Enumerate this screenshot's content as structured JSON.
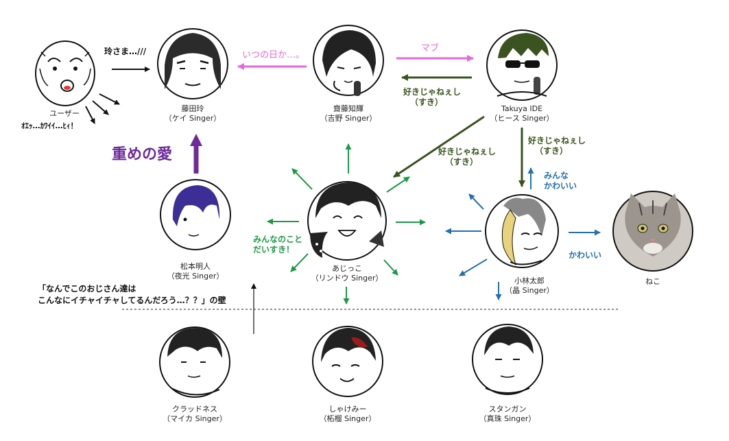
{
  "characters": {
    "user": {
      "name": "ユーザー"
    },
    "fujita": {
      "name": "藤田玲",
      "role": "（ケイ Singer）"
    },
    "saito": {
      "name": "齋藤知輝",
      "role": "（吉野 Singer）"
    },
    "ide": {
      "name": "Takuya IDE",
      "role": "（ヒース Singer）"
    },
    "matsumoto": {
      "name": "松本明人",
      "role": "（夜光 Singer）"
    },
    "ajikko": {
      "name": "あじっこ",
      "role": "（リンドウ Singer）"
    },
    "kobayashi": {
      "name": "小林太郎",
      "role": "（晶 Singer）"
    },
    "neko": {
      "name": "ねこ"
    },
    "clad": {
      "name": "クラッドネス",
      "role": "（マイカ Singer）"
    },
    "shakemi": {
      "name": "しゃけみー",
      "role": "（柘榴 Singer）"
    },
    "stungun": {
      "name": "スタンガン",
      "role": "（真珠 Singer）"
    }
  },
  "notes": {
    "reisama": "玲さま…///",
    "oeh": "ｵｴｯ…ｶﾜｲｲ…ﾋｨ！",
    "itsunohika": "いつの日か…。",
    "mabu": "マブ",
    "sukija1_a": "好きじゃねぇし",
    "sukija1_b": "（すき）",
    "sukija2_a": "好きじゃねぇし",
    "sukija2_b": "（すき）",
    "sukija3_a": "好きじゃねぇし",
    "sukija3_b": "（すき）",
    "omeno_ai": "重めの愛",
    "minna_kawaii_a": "みんな",
    "minna_kawaii_b": "かわいい",
    "minnanokoto_a": "みんなのこと",
    "minnanokoto_b": "だいすき！",
    "kawaii": "かわいい",
    "wall_a": "「なんでこのおじさん達は",
    "wall_b": "こんなにイチャイチャしてるんだろう…？？」の壁"
  },
  "colors": {
    "black": "#111111",
    "pink": "#e866d8",
    "olive": "#3a5320",
    "green": "#1b9a45",
    "blue": "#2270b0",
    "purple": "#6e2a9c"
  }
}
